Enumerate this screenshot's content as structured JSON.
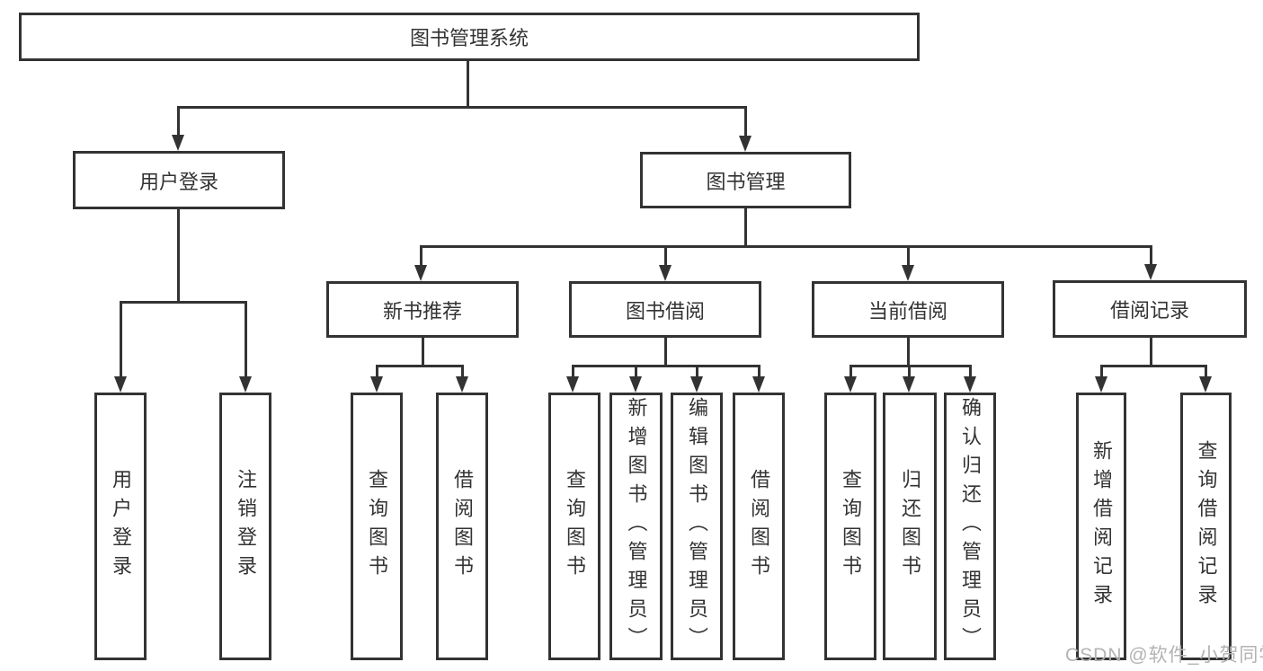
{
  "diagram": {
    "title": "图书管理系统",
    "root": {
      "label": "图书管理系统"
    },
    "level2": [
      {
        "label": "用户登录"
      },
      {
        "label": "图书管理"
      }
    ],
    "level3": [
      {
        "label": "新书推荐"
      },
      {
        "label": "图书借阅"
      },
      {
        "label": "当前借阅"
      },
      {
        "label": "借阅记录"
      }
    ],
    "leaves": {
      "user_login": [
        "用户登录",
        "注销登录"
      ],
      "new_books": [
        "查询图书",
        "借阅图书"
      ],
      "book_borrow": [
        "查询图书",
        "新增图书（管理员）",
        "编辑图书（管理员）",
        "借阅图书"
      ],
      "current_borrow": [
        "查询图书",
        "归还图书",
        "确认归还（管理员）"
      ],
      "borrow_records": [
        "新增借阅记录",
        "查询借阅记录"
      ]
    }
  },
  "watermark": {
    "text": "CSDN @软件_小贺同学"
  },
  "colors": {
    "line": "#333333",
    "text": "#333333",
    "watermark": "#b3b3b3",
    "background": "#ffffff"
  }
}
